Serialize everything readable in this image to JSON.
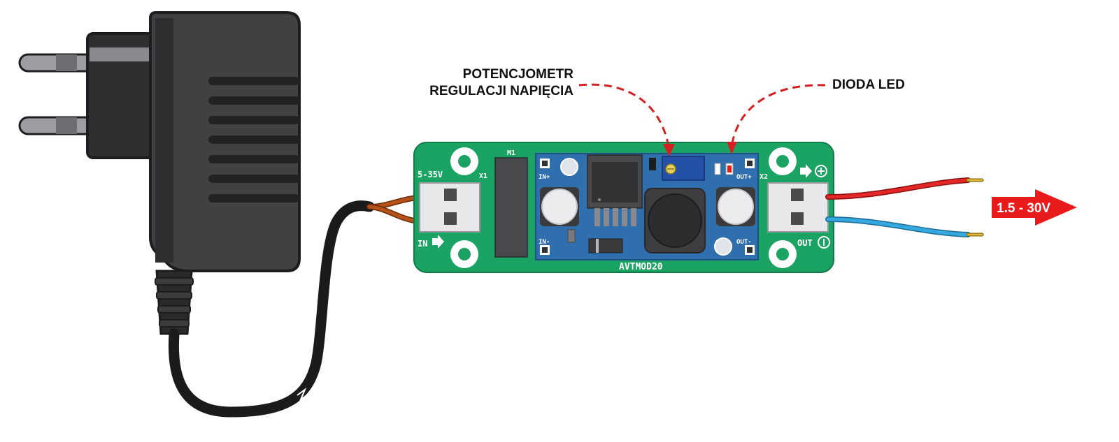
{
  "callouts": {
    "potentiometer_line1": "POTENCJOMETR",
    "potentiometer_line2": "REGULACJI NAPIĘCIA",
    "led": "DIODA LED"
  },
  "board": {
    "name": "AVTMOD20",
    "input_range": "5-35V",
    "input_label": "IN",
    "output_label": "OUT",
    "x1": "X1",
    "x2": "X2",
    "m1": "M1",
    "module_in_plus": "IN+",
    "module_in_minus": "IN-",
    "module_out_plus": "OUT+",
    "module_out_minus": "OUT-"
  },
  "output_badge": "1.5 - 30V",
  "colors": {
    "pcb_green": "#1aa362",
    "module_blue": "#2f6fae",
    "wire_red": "#e32626",
    "wire_blue": "#35a8e0",
    "wire_brown": "#b5521a",
    "adapter_body": "#3a3a3c",
    "callout_line": "#d42020",
    "badge": "#e81a1a"
  }
}
